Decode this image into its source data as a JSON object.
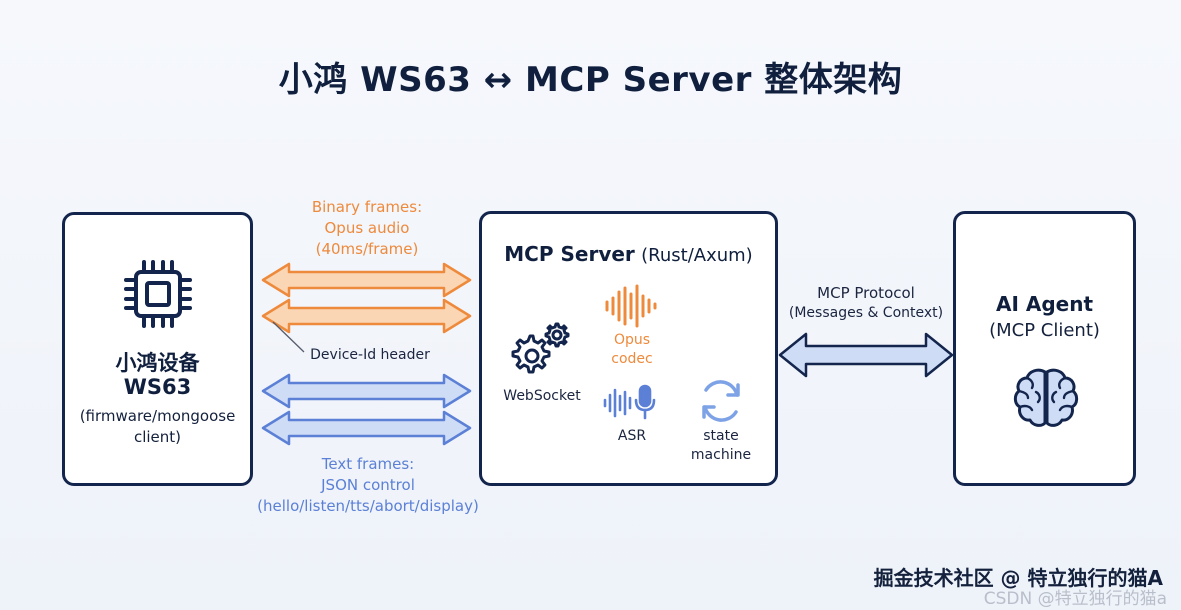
{
  "title": "小鸿 WS63 ↔ MCP Server 整体架构",
  "device": {
    "name_line1": "小鸿设备",
    "name_line2": "WS63",
    "sub_line1": "(firmware/mongoose",
    "sub_line2": "client)",
    "icon": "chip-icon"
  },
  "binary_frames": {
    "line1": "Binary frames:",
    "line2": "Opus audio",
    "line3": "(40ms/frame)"
  },
  "device_id_header": "Device-Id header",
  "text_frames": {
    "line1": "Text frames:",
    "line2": "JSON control",
    "line3": "(hello/listen/tts/abort/display)"
  },
  "server": {
    "title_strong": "MCP Server",
    "title_soft": "(Rust/Axum)",
    "components": {
      "websocket": "WebSocket",
      "opus_line1": "Opus",
      "opus_line2": "codec",
      "asr": "ASR",
      "state_line1": "state",
      "state_line2": "machine"
    }
  },
  "protocol": {
    "line1": "MCP Protocol",
    "line2": "(Messages & Context)"
  },
  "agent": {
    "title": "AI Agent",
    "sub": "(MCP Client)",
    "icon": "brain-icon"
  },
  "watermark": "掘金技术社区 @ 特立独行的猫A",
  "watermark_csdn": "CSDN @特立独行的猫a",
  "colors": {
    "navy": "#13254d",
    "orange": "#ee8a3c",
    "orange_fill": "#fbd6b4",
    "blue": "#5b80d6",
    "blue_fill": "#cfdcf6"
  }
}
